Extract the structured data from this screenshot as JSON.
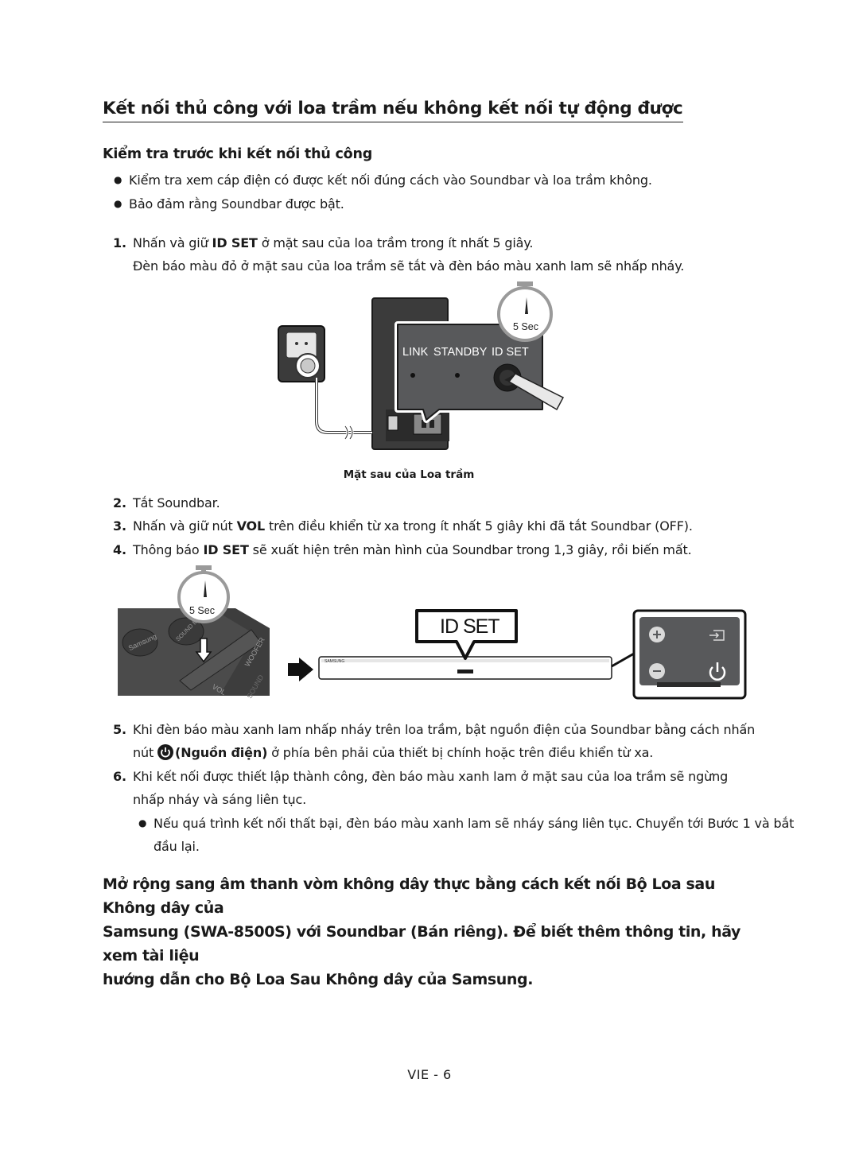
{
  "section_title": "Kết nối thủ công với loa trầm nếu không kết nối tự động được",
  "subsection_title": "Kiểm tra trước khi kết nối thủ công",
  "bullets": [
    "Kiểm tra xem cáp điện có được kết nối đúng cách vào Soundbar và loa trầm không.",
    "Bảo đảm rằng Soundbar được bật."
  ],
  "steps": {
    "s1": {
      "num": "1.",
      "pre": "Nhấn và giữ ",
      "bold": "ID SET",
      "post": " ở mặt sau của loa trầm trong ít nhất 5 giây.",
      "line2": "Đèn báo màu đỏ ở mặt sau của loa trầm sẽ tắt và đèn báo màu xanh lam sẽ nhấp nháy."
    },
    "s2": {
      "num": "2.",
      "text": "Tắt Soundbar."
    },
    "s3": {
      "num": "3.",
      "pre": "Nhấn và giữ nút ",
      "bold": "VOL",
      "post": " trên điều khiển từ xa trong ít nhất 5 giây khi đã tắt Soundbar (OFF)."
    },
    "s4": {
      "num": "4.",
      "pre": "Thông báo ",
      "bold": "ID SET",
      "post": " sẽ xuất hiện trên màn hình của Soundbar trong 1,3 giây, rồi biến mất."
    },
    "s5": {
      "num": "5.",
      "line1": "Khi đèn báo màu xanh lam nhấp nháy trên loa trầm, bật nguồn điện của Soundbar bằng cách nhấn",
      "pre": "nút ",
      "bold": "(Nguồn điện)",
      "post": " ở phía bên phải của thiết bị chính hoặc trên điều khiển từ xa."
    },
    "s6": {
      "num": "6.",
      "line1": "Khi kết nối được thiết lập thành công, đèn báo màu xanh lam ở mặt sau của loa trầm sẽ ngừng",
      "line2": "nhấp nháy và sáng liên tục.",
      "sub1": "Nếu quá trình kết nối thất bại, đèn báo màu xanh lam sẽ nháy sáng liên tục. Chuyển tới Bước 1 và bắt",
      "sub2": "đầu lại."
    }
  },
  "figure1": {
    "timer_label": "5 Sec",
    "panel_labels": {
      "link": "LINK",
      "standby": "STANDBY",
      "idset": "ID SET"
    },
    "caption": "Mặt sau của Loa trầm"
  },
  "figure2": {
    "timer_label": "5 Sec",
    "remote_labels": {
      "samsung": "Samsung",
      "sound_mode": "SOUND MODE",
      "woofer": "WOOFER",
      "vol": "VOL",
      "sound": "SOUND"
    },
    "display_text": "ID SET",
    "soundbar_brand": "SAMSUNG"
  },
  "final_paragraph": {
    "line1": "Mở rộng sang âm thanh vòm không dây thực bằng cách kết nối Bộ Loa sau Không dây của",
    "line2": "Samsung (SWA-8500S) với Soundbar (Bán riêng). Để biết thêm thông tin, hãy xem tài liệu",
    "line3": "hướng dẫn cho Bộ Loa Sau Không dây của Samsung."
  },
  "footer": "VIE - 6",
  "icons": [
    "power-icon",
    "timer-icon",
    "plus-icon",
    "minus-icon",
    "input-source-icon",
    "arrow-icon"
  ],
  "colors": {
    "panel_gray": "#58595b",
    "light_gray": "#d9d9d9",
    "dark_gray": "#3d3d3d",
    "text": "#1a1a1a"
  }
}
